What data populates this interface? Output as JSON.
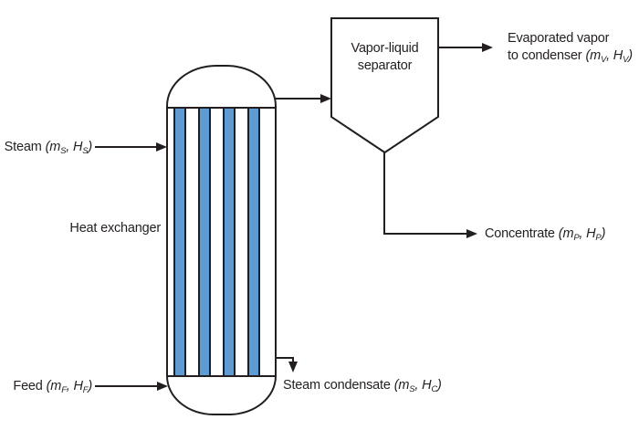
{
  "punct": {
    "open": "(",
    "sep": ", ",
    "close": ")"
  },
  "heat_exchanger": {
    "label": "Heat exchanger",
    "tube_count": 4
  },
  "separator": {
    "line1": "Vapor-liquid",
    "line2": "separator"
  },
  "flows": {
    "steam": {
      "name": "Steam",
      "v1": "m",
      "s1": "S",
      "v2": "H",
      "s2": "S"
    },
    "feed": {
      "name": "Feed",
      "v1": "m",
      "s1": "F",
      "v2": "H",
      "s2": "F"
    },
    "evaporated_vapor": {
      "line1": "Evaporated vapor",
      "line2": "to condenser",
      "v1": "m",
      "s1": "V",
      "v2": "H",
      "s2": "V"
    },
    "concentrate": {
      "name": "Concentrate",
      "v1": "m",
      "s1": "P",
      "v2": "H",
      "s2": "P"
    },
    "steam_condensate": {
      "name": "Steam condensate",
      "v1": "m",
      "s1": "S",
      "v2": "H",
      "s2": "C"
    }
  },
  "colors": {
    "line": "#231f20",
    "text": "#231f20",
    "tube_fill": "#5e9bd2",
    "tube_border": "#14202e",
    "background": "#ffffff"
  }
}
